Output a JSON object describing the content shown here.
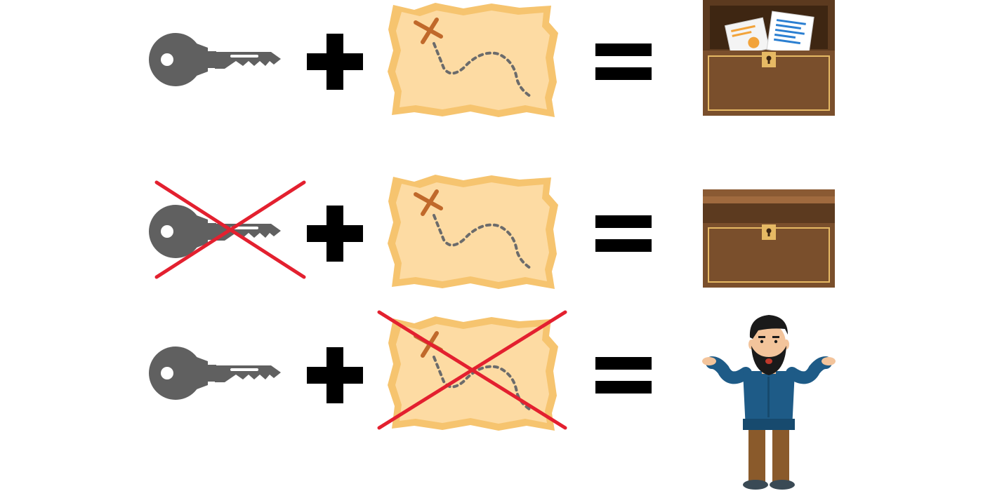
{
  "colors": {
    "background": "#ffffff",
    "key": "#606060",
    "operator": "#000000",
    "map_paper": "#fddba3",
    "map_edge": "#f6c46f",
    "map_mark": "#c0692b",
    "map_path": "#6b6b6b",
    "chest_body": "#7a4f2c",
    "chest_dark": "#5c3a1f",
    "chest_trim": "#e6b964",
    "cross": "#e3202f",
    "shirt": "#1e5b87",
    "pants": "#8a5a2b",
    "skin": "#f3c49b",
    "beard": "#1a1a1a"
  },
  "rows": [
    {
      "name": "key-and-map",
      "items": [
        {
          "kind": "key",
          "icon": "key-icon",
          "crossed": false
        },
        {
          "kind": "operator",
          "icon": "plus-icon"
        },
        {
          "kind": "map",
          "icon": "treasure-map-icon",
          "crossed": false
        },
        {
          "kind": "operator",
          "icon": "equals-icon"
        },
        {
          "kind": "result",
          "icon": "open-chest-with-documents-icon"
        }
      ]
    },
    {
      "name": "no-key",
      "items": [
        {
          "kind": "key",
          "icon": "key-icon",
          "crossed": true
        },
        {
          "kind": "operator",
          "icon": "plus-icon"
        },
        {
          "kind": "map",
          "icon": "treasure-map-icon",
          "crossed": false
        },
        {
          "kind": "operator",
          "icon": "equals-icon"
        },
        {
          "kind": "result",
          "icon": "locked-chest-icon"
        }
      ]
    },
    {
      "name": "no-map",
      "items": [
        {
          "kind": "key",
          "icon": "key-icon",
          "crossed": false
        },
        {
          "kind": "operator",
          "icon": "plus-icon"
        },
        {
          "kind": "map",
          "icon": "treasure-map-icon",
          "crossed": true
        },
        {
          "kind": "operator",
          "icon": "equals-icon"
        },
        {
          "kind": "result",
          "icon": "confused-man-shrugging-icon"
        }
      ]
    }
  ]
}
